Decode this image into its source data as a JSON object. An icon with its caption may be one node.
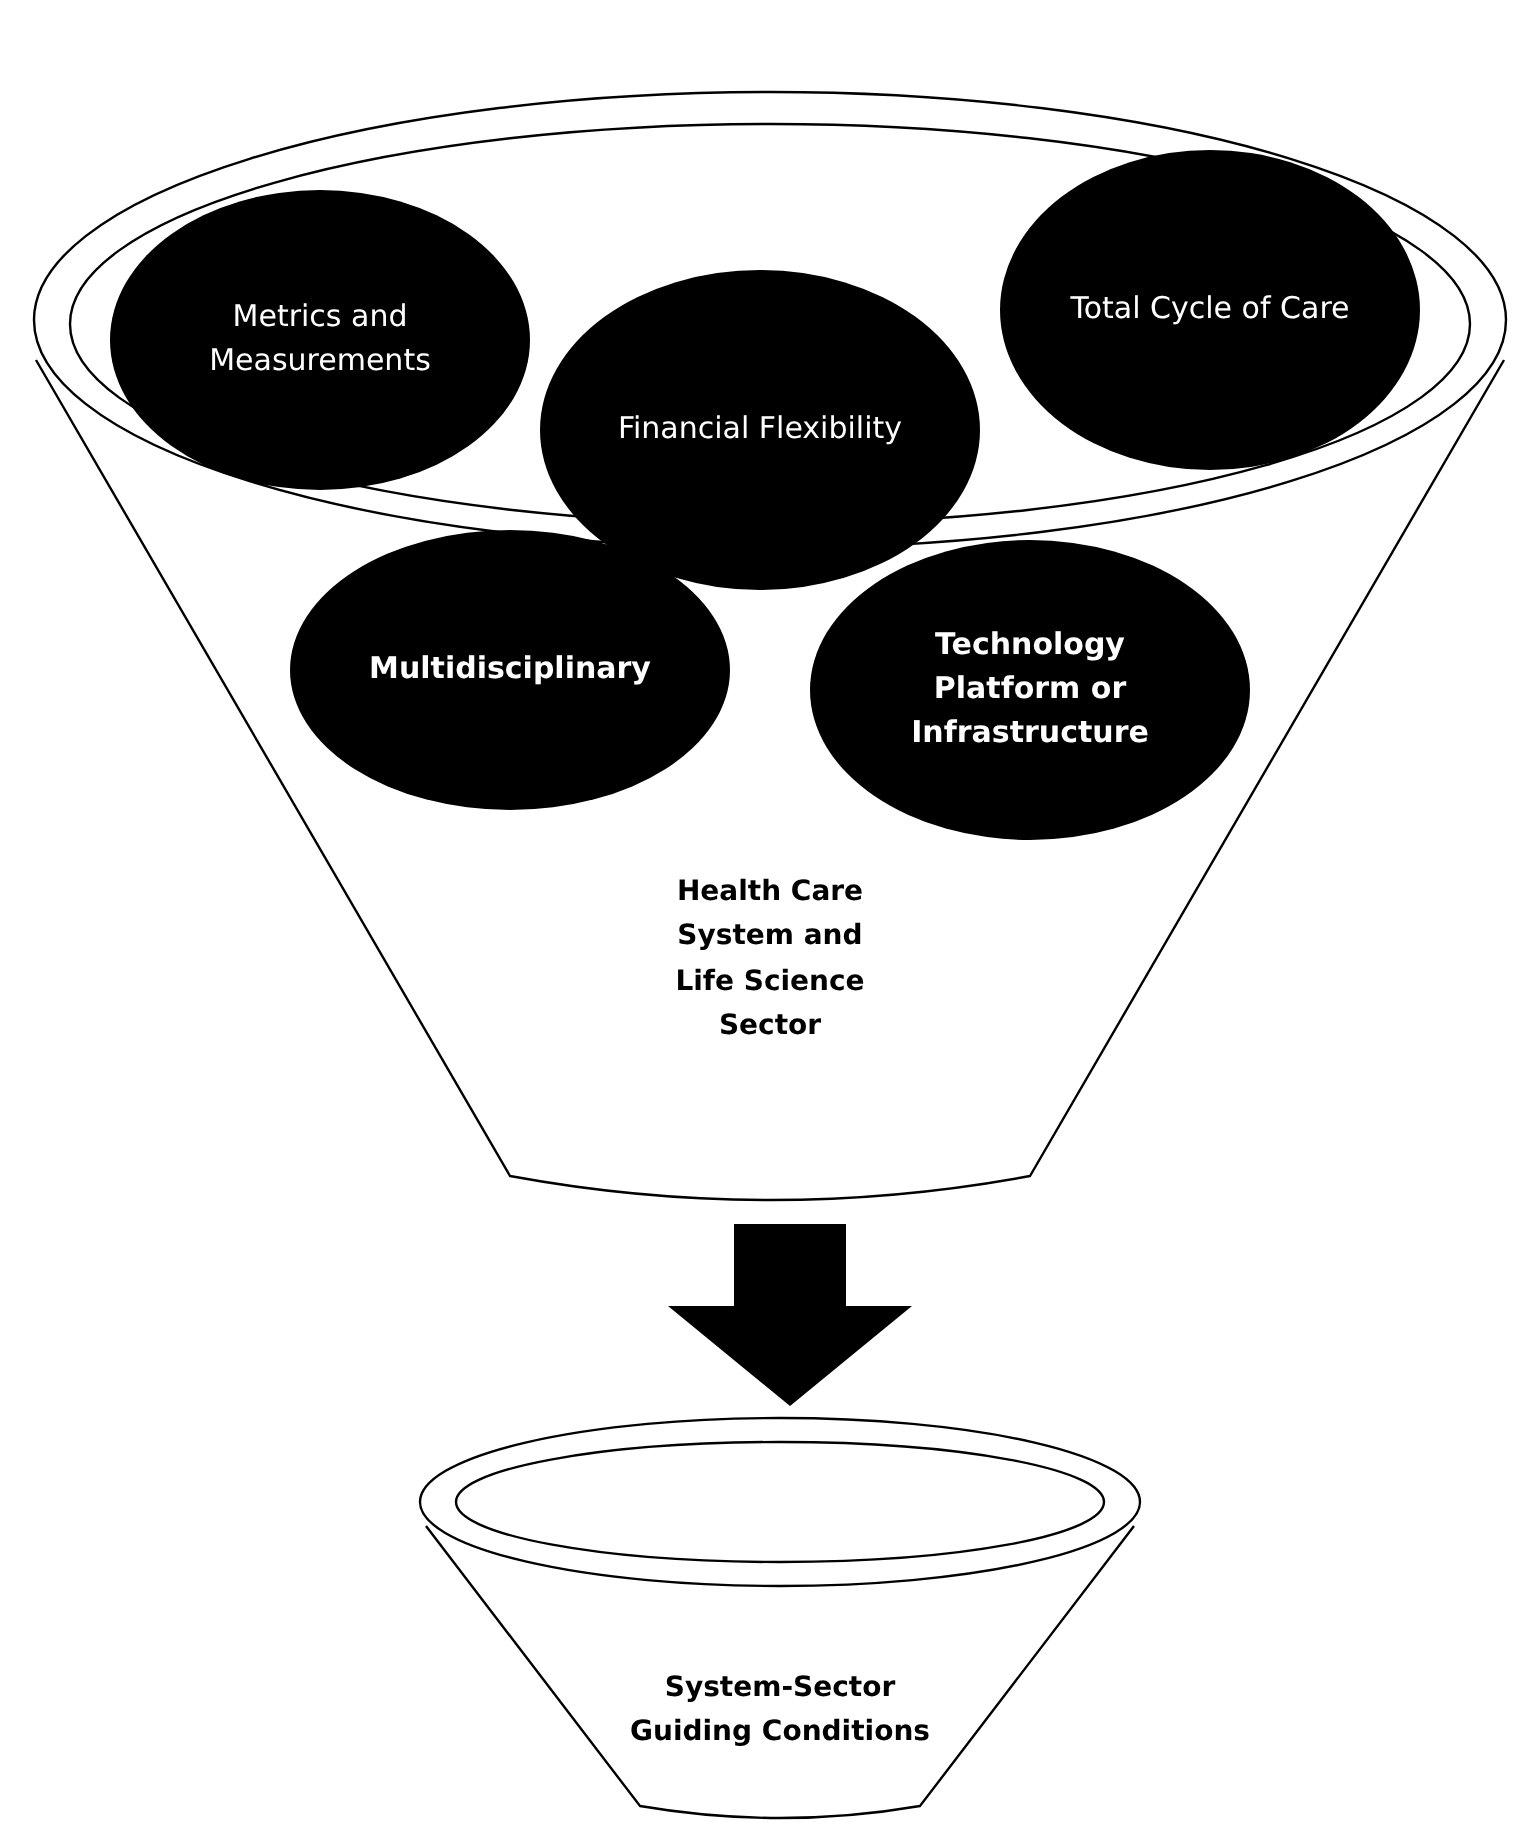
{
  "diagram": {
    "nodes": [
      {
        "text": [
          "Health Care System and Life Science Sector"
        ]
      },
      {
        "text": [
          "Metrics and Measurements"
        ],
        "in": 0
      },
      {
        "text": [
          "Total Cycle of Care"
        ],
        "in": 0
      },
      {
        "text": [
          "Financial Flexibility"
        ],
        "in": 0
      },
      {
        "text": [
          "Multidisciplinary"
        ],
        "in": 0
      },
      {
        "text": [
          "Technology Platform or Infrastructure"
        ],
        "in": 0
      },
      {
        "text": [
          "System-Sector Guiding Conditions"
        ]
      }
    ],
    "edges": [
      {
        "from": 0,
        "to": 6,
        "arrow": "to"
      }
    ]
  }
}
